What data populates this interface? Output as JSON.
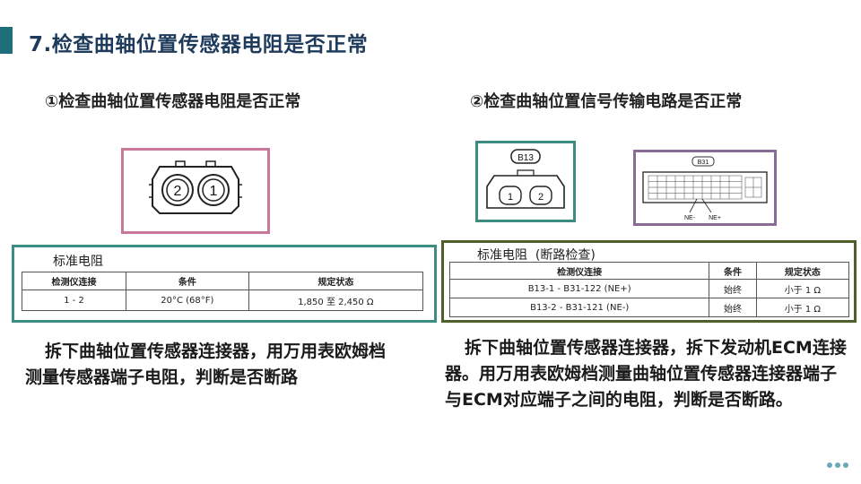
{
  "slide": {
    "title": "7.检查曲轴位置传感器电阻是否正常",
    "accent_color": "#1f6f7a"
  },
  "left": {
    "subtitle": "①检查曲轴位置传感器电阻是否正常",
    "connector": {
      "pin_left": "2",
      "pin_right": "1"
    },
    "standard_label": "标准电阻",
    "table": {
      "headers": [
        "检测仪连接",
        "条件",
        "规定状态"
      ],
      "rows": [
        [
          "1 - 2",
          "20°C (68°F)",
          "1,850 至 2,450 Ω"
        ]
      ]
    },
    "body": "拆下曲轴位置传感器连接器，用万用表欧姆档测量传感器端子电阻，判断是否断路"
  },
  "right": {
    "subtitle": "②检查曲轴位置信号传输电路是否正常",
    "connector_b13": {
      "label": "B13",
      "pin_left": "1",
      "pin_right": "2"
    },
    "connector_b31": {
      "label": "B31",
      "pin_ne_minus": "NE-",
      "pin_ne_plus": "NE+"
    },
    "standard_label": "标准电阻  (断路检查)",
    "table": {
      "headers": [
        "检测仪连接",
        "条件",
        "规定状态"
      ],
      "rows": [
        [
          "B13-1 - B31-122 (NE+)",
          "始终",
          "小于 1 Ω"
        ],
        [
          "B13-2 - B31-121 (NE-)",
          "始终",
          "小于 1 Ω"
        ]
      ]
    },
    "body": "拆下曲轴位置传感器连接器，拆下发动机ECM连接器。用万用表欧姆档测量曲轴位置传感器连接器端子与ECM对应端子之间的电阻，判断是否断路。"
  },
  "colors": {
    "frame_pink": "#c8799a",
    "frame_teal": "#3d8c7f",
    "frame_purple": "#8a6a97",
    "frame_olive": "#4f5f2a"
  }
}
